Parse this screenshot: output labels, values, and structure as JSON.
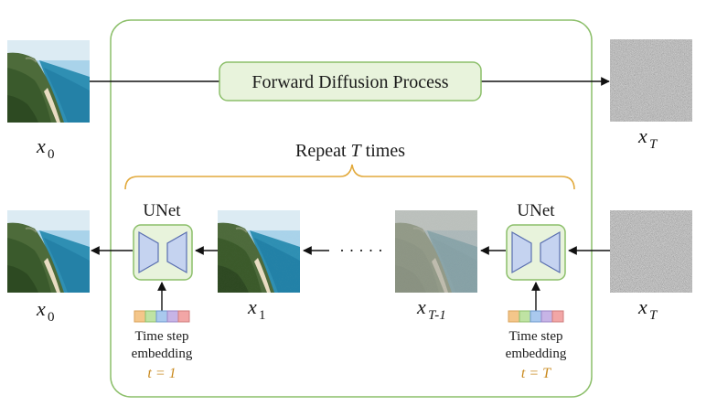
{
  "colors": {
    "panel_border": "#8cbf6a",
    "panel_fill": "#ffffff",
    "box_fill": "#e8f3dc",
    "unet_shape": "#c5d3f0",
    "unet_stroke": "#5a6fb0",
    "brace": "#e2a93b",
    "t_label": "#c98a1f",
    "arrow": "#111111",
    "embedding_cells": [
      "#f4c68a",
      "#bfe3a3",
      "#a9c9ee",
      "#c7b4e6",
      "#f2a6a6"
    ]
  },
  "forward": {
    "label": "Forward Diffusion Process"
  },
  "repeat": {
    "prefix": "Repeat ",
    "var": "T",
    "suffix": " times"
  },
  "images": {
    "x0_top": {
      "var": "x",
      "sub": "0",
      "kind": "clean"
    },
    "xT_top": {
      "var": "x",
      "sub": "T",
      "kind": "noise"
    },
    "x0_bottom": {
      "var": "x",
      "sub": "0",
      "kind": "clean"
    },
    "x1": {
      "var": "x",
      "sub": "1",
      "kind": "light-noise"
    },
    "xTm1": {
      "var": "x",
      "sub": "T-1",
      "kind": "heavy-noise"
    },
    "xT_bottom": {
      "var": "x",
      "sub": "T",
      "kind": "noise"
    }
  },
  "dots": "· · · · ·",
  "unets": [
    {
      "title": "UNet",
      "emb_line1": "Time step",
      "emb_line2": "embedding",
      "t_label": "t = 1"
    },
    {
      "title": "UNet",
      "emb_line1": "Time step",
      "emb_line2": "embedding",
      "t_label": "t = T"
    }
  ],
  "icons": {
    "unet": "hourglass-encoder-decoder-icon",
    "embedding": "token-strip-icon"
  }
}
